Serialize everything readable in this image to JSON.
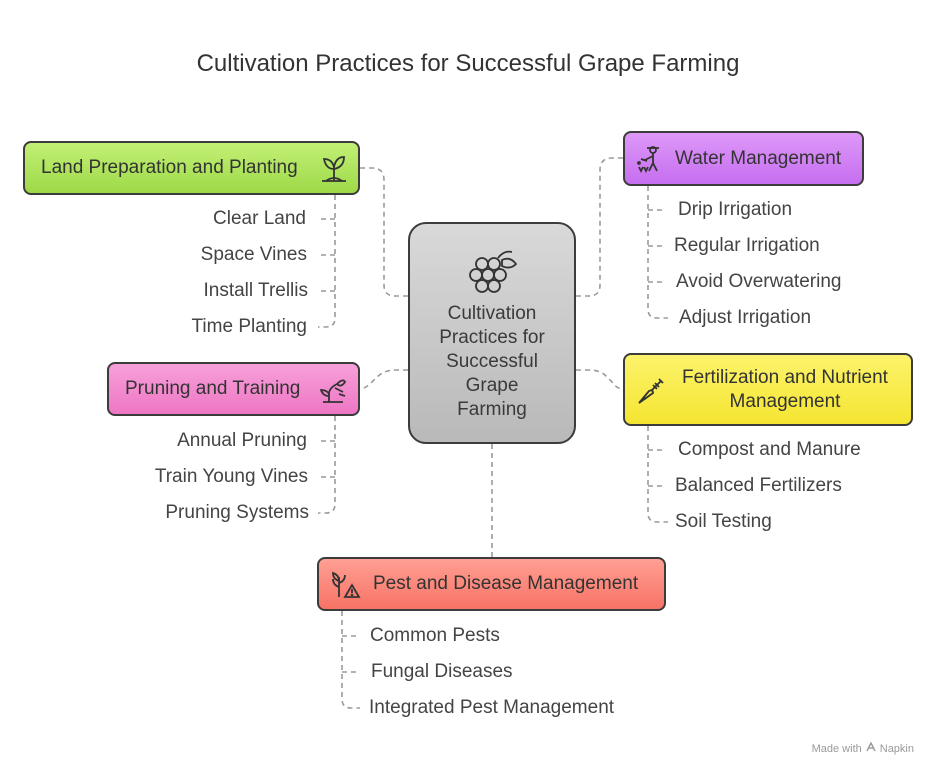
{
  "title": "Cultivation Practices for Successful Grape Farming",
  "center": {
    "lines": [
      "Cultivation",
      "Practices for",
      "Successful",
      "Grape",
      "Farming"
    ],
    "icon": "grapes-icon"
  },
  "branches": {
    "land": {
      "label": "Land Preparation and Planting",
      "icon": "sprout-icon",
      "color": "#a8df55",
      "items": [
        "Clear Land",
        "Space Vines",
        "Install Trellis",
        "Time Planting"
      ]
    },
    "water": {
      "label": "Water Management",
      "icon": "farmer-watering-icon",
      "color": "#cf7ef3",
      "items": [
        "Drip Irrigation",
        "Regular Irrigation",
        "Avoid Overwatering",
        "Adjust Irrigation"
      ]
    },
    "prune": {
      "label": "Pruning and Training",
      "icon": "plant-growth-icon",
      "color": "#f189cc",
      "items": [
        "Annual Pruning",
        "Train Young Vines",
        "Pruning Systems"
      ]
    },
    "fert": {
      "label_lines": [
        "Fertilization and Nutrient",
        "Management"
      ],
      "icon": "carrot-syringe-icon",
      "color": "#f8ea45",
      "items": [
        "Compost and Manure",
        "Balanced Fertilizers",
        "Soil Testing"
      ]
    },
    "pest": {
      "label": "Pest and Disease Management",
      "icon": "plant-warning-icon",
      "color": "#f98478",
      "items": [
        "Common Pests",
        "Fungal Diseases",
        "Integrated Pest Management"
      ]
    }
  },
  "footer": {
    "made_with": "Made with",
    "brand": "Napkin"
  }
}
